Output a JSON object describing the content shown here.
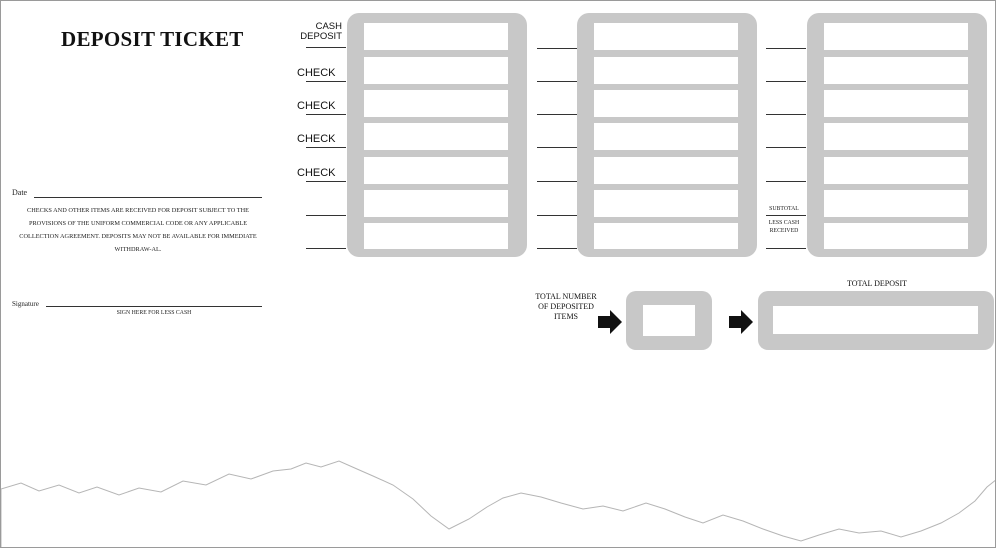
{
  "title": "DEPOSIT TICKET",
  "date_label": "Date",
  "disclaimer": "CHECKS AND OTHER ITEMS ARE RECEIVED FOR DEPOSIT SUBJECT TO THE PROVISIONS OF THE UNIFORM COMMERCIAL CODE OR ANY APPLICABLE COLLECTION AGREEMENT. DEPOSITS MAY NOT BE AVAILABLE FOR IMMEDIATE WITHDRAW-AL.",
  "signature_label": "Signature",
  "signature_note": "SIGN HERE FOR LESS CASH",
  "column1": {
    "cash_line1": "CASH",
    "cash_line2": "DEPOSIT",
    "check_labels": [
      "CHECK",
      "CHECK",
      "CHECK",
      "CHECK"
    ]
  },
  "column3": {
    "subtotal": "SUBTOTAL",
    "less_cash": "LESS CASH RECEIVED"
  },
  "total_items_label": "TOTAL NUMBER OF DEPOSITED ITEMS",
  "total_deposit_label": "TOTAL DEPOSIT",
  "colors": {
    "frame_gray": "#c8c8c8",
    "ink": "#111111"
  }
}
